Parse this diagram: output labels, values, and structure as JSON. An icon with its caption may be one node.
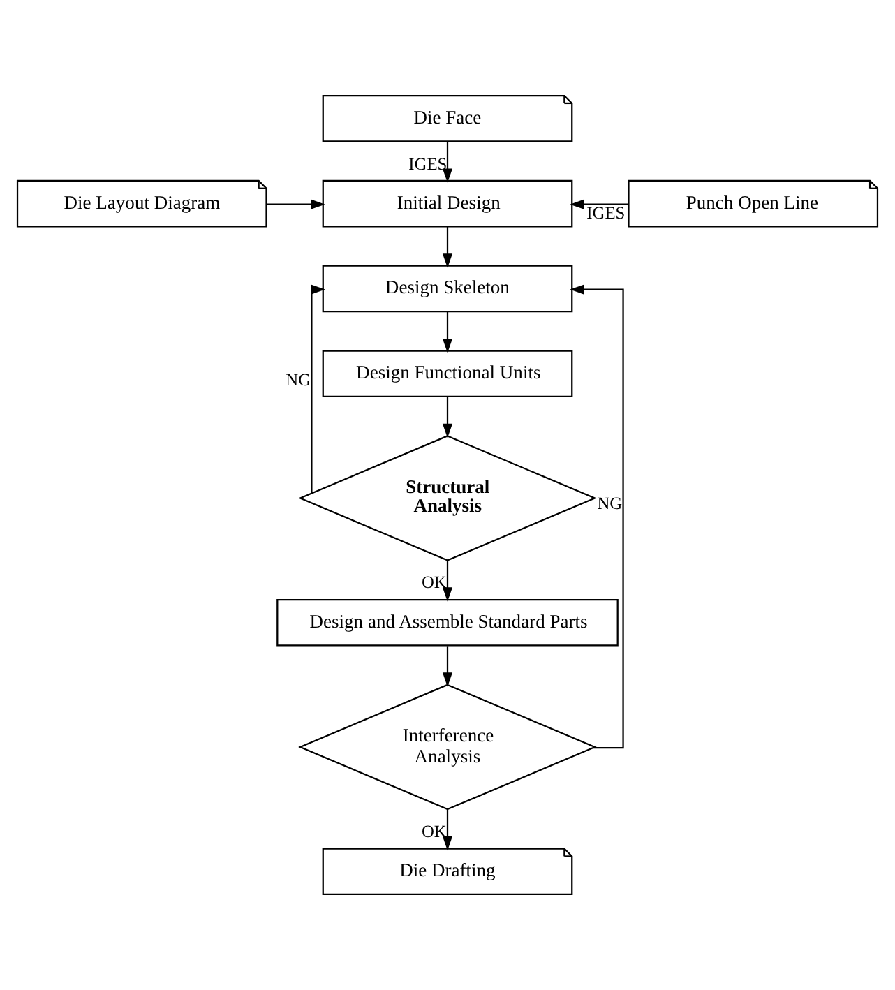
{
  "diagram": {
    "nodes": [
      {
        "text": [
          "Die Face"
        ]
      },
      {
        "text": [
          "Die Layout Diagram"
        ]
      },
      {
        "text": [
          "Initial Design"
        ]
      },
      {
        "text": [
          "Punch Open Line"
        ]
      },
      {
        "text": [
          "Design Skeleton"
        ]
      },
      {
        "text": [
          "Design Functional Units"
        ]
      },
      {
        "text": [
          "Structural Analysis"
        ]
      },
      {
        "text": [
          "Design and Assemble Standard Parts"
        ]
      },
      {
        "text": [
          "Interference Analysis"
        ]
      },
      {
        "text": [
          "Die Drafting"
        ]
      }
    ],
    "edges": [
      {
        "from": 0,
        "to": 2,
        "arrow": "to",
        "label": "IGES"
      },
      {
        "from": 1,
        "to": 2,
        "arrow": "to"
      },
      {
        "from": 3,
        "to": 2,
        "arrow": "to",
        "label": "IGES"
      },
      {
        "from": 2,
        "to": 4,
        "arrow": "to"
      },
      {
        "from": 4,
        "to": 5,
        "arrow": "to"
      },
      {
        "from": 5,
        "to": 6,
        "arrow": "to"
      },
      {
        "from": 6,
        "to": 4,
        "arrow": "to",
        "label": "NG"
      },
      {
        "from": 6,
        "to": 7,
        "arrow": "to",
        "label": "OK"
      },
      {
        "from": 7,
        "to": 8,
        "arrow": "to"
      },
      {
        "from": 8,
        "to": 4,
        "arrow": "to",
        "label": "NG"
      },
      {
        "from": 8,
        "to": 9,
        "arrow": "to",
        "label": "OK"
      }
    ]
  }
}
